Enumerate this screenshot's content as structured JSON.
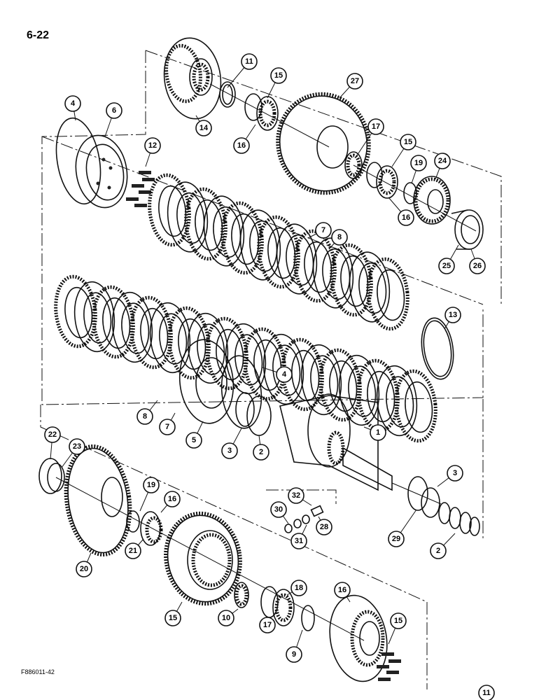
{
  "page_number": "6-22",
  "figure_code": "F886011-42",
  "callouts": [
    "11",
    "15",
    "27",
    "14",
    "16",
    "17",
    "15",
    "19",
    "24",
    "4",
    "6",
    "12",
    "16",
    "7",
    "8",
    "25",
    "26",
    "13",
    "4",
    "1",
    "22",
    "23",
    "8",
    "7",
    "5",
    "3",
    "2",
    "3",
    "19",
    "16",
    "32",
    "30",
    "28",
    "31",
    "29",
    "2",
    "20",
    "21",
    "15",
    "18",
    "16",
    "10",
    "17",
    "15",
    "9",
    "11"
  ]
}
